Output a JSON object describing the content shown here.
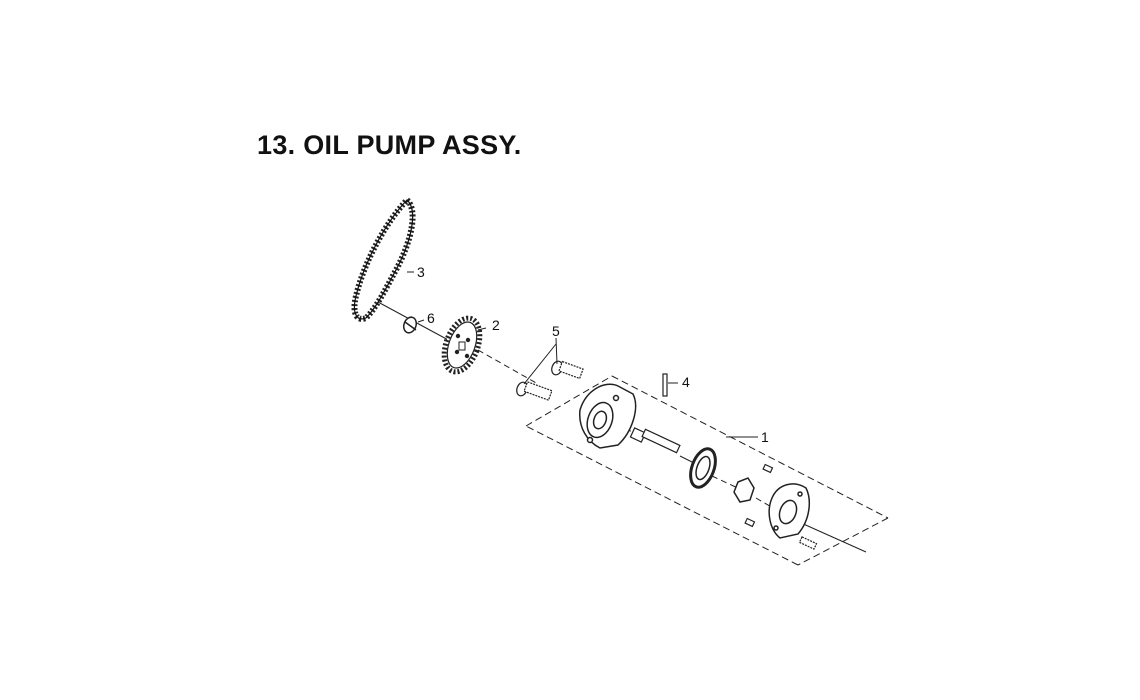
{
  "page": {
    "title": "13. OIL PUMP ASSY."
  },
  "parts": [
    {
      "callout": "1",
      "part": "oil-pump-assembly"
    },
    {
      "callout": "2",
      "part": "oil-pump-sprocket"
    },
    {
      "callout": "3",
      "part": "oil-pump-chain"
    },
    {
      "callout": "4",
      "part": "pin"
    },
    {
      "callout": "5",
      "part": "bolts"
    },
    {
      "callout": "6",
      "part": "washer-clip"
    }
  ],
  "colors": {
    "line": "#222222",
    "background": "#ffffff"
  }
}
